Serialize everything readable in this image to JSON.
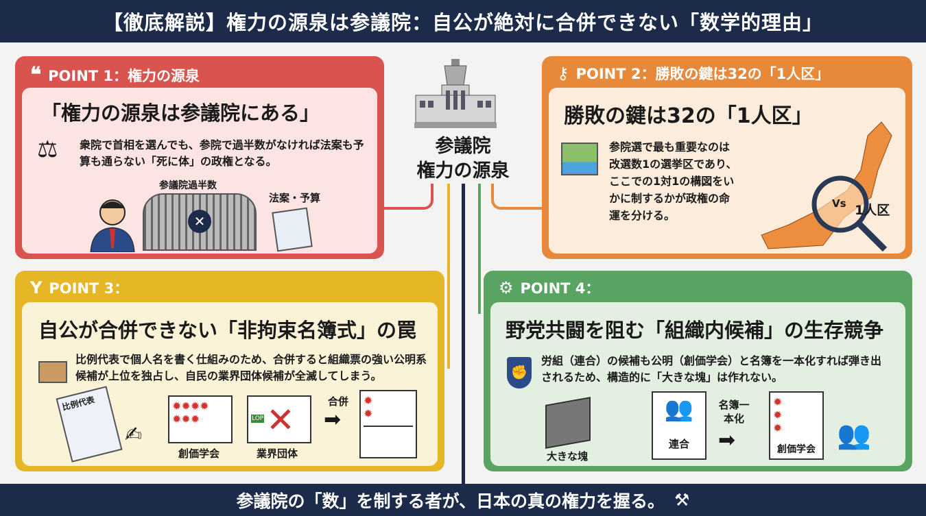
{
  "header": {
    "title": "【徹底解説】権力の源泉は参議院：自公が絶対に合併できない「数学的理由」"
  },
  "center": {
    "line1": "参議院",
    "line2": "権力の源泉"
  },
  "points": [
    {
      "label": "POINT 1：権力の源泉",
      "headline": "「権力の源泉は参議院にある」",
      "body": "衆院で首相を選んでも、参院で過半数がなければ法案も予算も通らない「死に体」の政権となる。",
      "gate_label": "参議院過半数",
      "doc_label": "法案・予算",
      "color": "#d9534f"
    },
    {
      "label": "POINT 2：勝敗の鍵は32の「1人区」",
      "headline": "勝敗の鍵は32の「1人区」",
      "body": "参院選で最も重要なのは改選数1の選挙区であり、ここでの1対1の構図をいかに制するかが政権の命運を分ける。",
      "map_label": "1人区",
      "vs": "Vs",
      "color": "#e8893a"
    },
    {
      "label": "POINT 3：",
      "headline": "自公が合併できない「非拘束名簿式」の罠",
      "body": "比例代表で個人名を書く仕組みのため、合併すると組織票の強い公明系候補が上位を独占し、自民の業界団体候補が全滅してしまう。",
      "ballot_label": "比例代表",
      "group1": "創価学会",
      "group2": "業界団体",
      "arrow_label": "合併",
      "lop": "LOP",
      "color": "#e5b625"
    },
    {
      "label": "POINT 4：",
      "headline": "野党共闘を阻む「組織内候補」の生存競争",
      "body": "労組（連合）の候補も公明（創価学会）と名簿を一本化すれば弾き出されるため、構造的に「大きな塊」は作れない。",
      "block_label": "大きな塊",
      "group1": "連合",
      "arrow_label": "名簿一本化",
      "group2": "創価学会",
      "color": "#5aa463"
    }
  ],
  "footer": {
    "text": "参議院の「数」を制する者が、日本の真の権力を握る。"
  }
}
